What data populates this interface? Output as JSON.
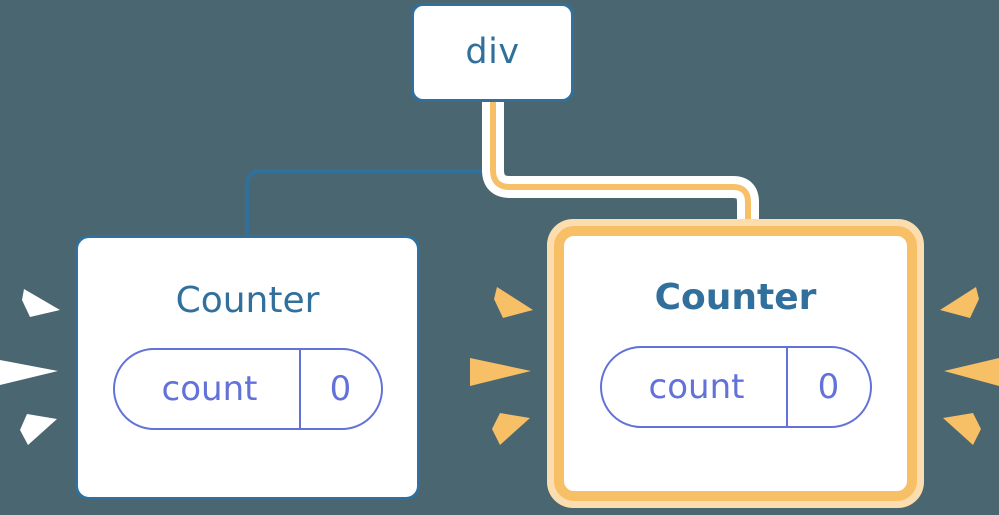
{
  "diagram": {
    "title": "react-component-tree-rerender",
    "background_color": "#4a6670"
  },
  "palette": {
    "background": "#4a6670",
    "node_border_blue": "#31709c",
    "node_fill": "#ffffff",
    "title_blue": "#31709c",
    "state_indigo": "#6372d8",
    "highlight_orange": "#f7bf66",
    "highlight_orange_halo": "#fbddae",
    "wire_blue": "#31709c",
    "wire_orange": "#f7bf66",
    "wire_halo_white": "#ffffff",
    "spark_white": "#ffffff",
    "spark_orange": "#f7bf66"
  },
  "nodes": {
    "root": {
      "label": "div",
      "highlighted": false,
      "bold": false
    },
    "left": {
      "label": "Counter",
      "highlighted": false,
      "bold": false,
      "state": {
        "key": "count",
        "value": "0"
      },
      "sparks": {
        "left": "white",
        "right": "none"
      }
    },
    "right": {
      "label": "Counter",
      "highlighted": true,
      "bold": true,
      "state": {
        "key": "count",
        "value": "0"
      },
      "sparks": {
        "left": "orange",
        "right": "orange"
      }
    }
  },
  "edges": [
    {
      "from": "div",
      "to": "left-counter",
      "color": "#31709c",
      "highlighted": false
    },
    {
      "from": "div",
      "to": "right-counter",
      "color": "#f7bf66",
      "highlighted": true
    }
  ]
}
